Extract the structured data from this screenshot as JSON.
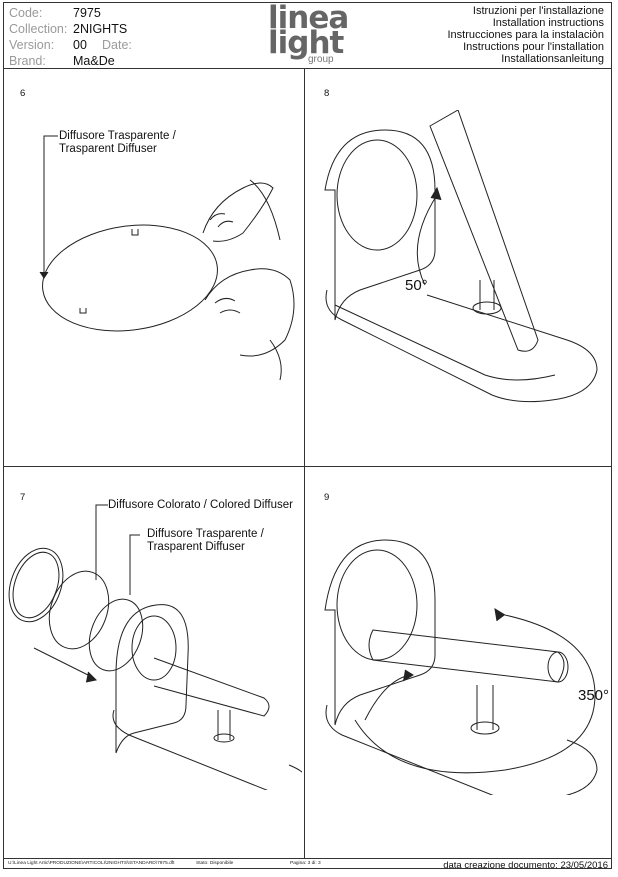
{
  "header": {
    "code_label": "Code:",
    "code_value": "7975",
    "collection_label": "Collection:",
    "collection_value": "2NIGHTS",
    "version_label": "Version:",
    "version_value": "00",
    "date_label": "Date:",
    "brand_label": "Brand:",
    "brand_value": "Ma&De",
    "logo": {
      "line1": "linea",
      "line2": "light",
      "line3": "group"
    },
    "instructions": [
      "Istruzioni per l'installazione",
      "Installation instructions",
      "Instrucciones para la instalaciòn",
      "Instructions pour l'installation",
      "Installationsanleitung"
    ]
  },
  "steps": {
    "s6": {
      "number": "6",
      "label_line1": "Diffusore Trasparente /",
      "label_line2": "Trasparent Diffuser"
    },
    "s8": {
      "number": "8",
      "angle": "50°"
    },
    "s7": {
      "number": "7",
      "label_a": "Diffusore Colorato / Colored Diffuser",
      "label_b_line1": "Diffusore Trasparente /",
      "label_b_line2": "Trasparent Diffuser"
    },
    "s9": {
      "number": "9",
      "angle": "350°"
    }
  },
  "footer": {
    "path": "U:\\Linea Light Artic\\PRODUZIONE\\ARTICOLI\\2NIGHTS\\ISTANDARD\\7975.dft",
    "stato": "Stato: Disponibile",
    "pagina": "Pagina: 3 di: 3",
    "date": "data creazione documento: 23/05/2016"
  }
}
